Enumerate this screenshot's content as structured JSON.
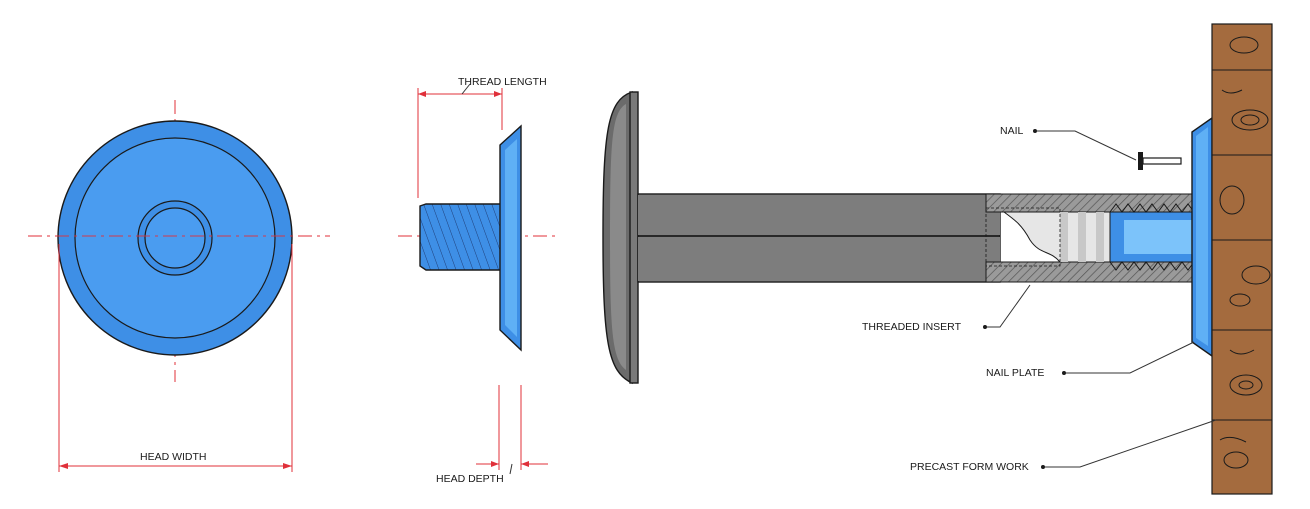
{
  "labels": {
    "thread_length": "THREAD LENGTH",
    "head_width": "HEAD WIDTH",
    "head_depth": "HEAD DEPTH",
    "nail": "NAIL",
    "threaded_insert": "THREADED INSERT",
    "nail_plate": "NAIL PLATE",
    "precast_form_work": "PRECAST FORM WORK"
  },
  "colors": {
    "plastic_blue": "#3e8fe6",
    "plastic_light": "#5fb0f5",
    "steel_gray": "#7d7d7d",
    "steel_dark": "#5f5f5f",
    "dimension_red": "#e0303a",
    "wood": "#a46b3e"
  }
}
